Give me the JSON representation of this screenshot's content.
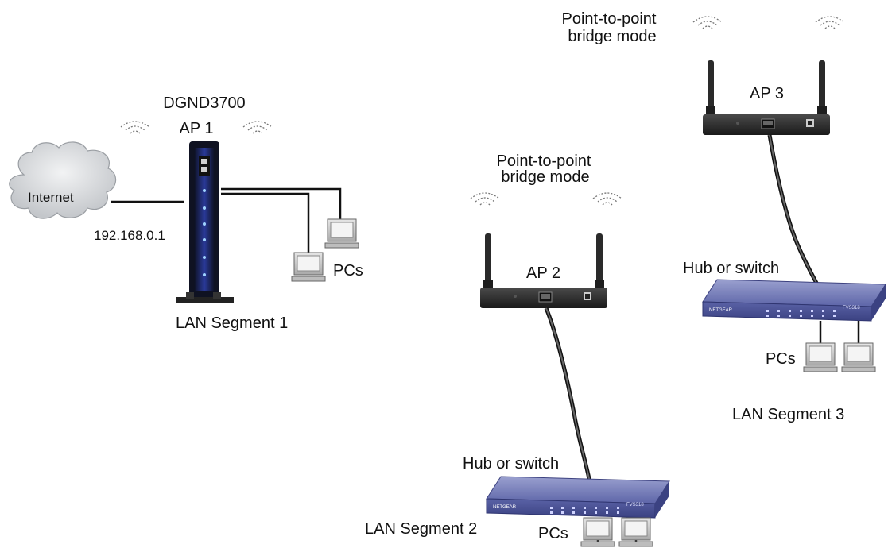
{
  "labels": {
    "router_model": "DGND3700",
    "ap1": "AP 1",
    "internet": "Internet",
    "router_ip": "192.168.0.1",
    "pcs_seg1": "PCs",
    "lan_segment_1": "LAN Segment 1",
    "bridge_mode_ap2_line1": "Point-to-point",
    "bridge_mode_ap2_line2": "bridge mode",
    "ap2": "AP 2",
    "hub_switch_ap2": "Hub or switch",
    "pcs_seg2": "PCs",
    "lan_segment_2": "LAN Segment 2",
    "bridge_mode_ap3_line1": "Point-to-point",
    "bridge_mode_ap3_line2": "bridge mode",
    "ap3": "AP 3",
    "hub_switch_ap3": "Hub or switch",
    "pcs_seg3": "PCs",
    "lan_segment_3": "LAN Segment 3"
  },
  "colors": {
    "router_body": "#1a1f33",
    "router_panel": "#2c44c9",
    "ap_body": "#2b2b2b",
    "switch_top": "#7b82b8",
    "switch_front": "#4b5396",
    "cloud": "#d7d9dc",
    "pc": "#c9c9c9",
    "cable": "#111111"
  },
  "icons": [
    "cloud-icon",
    "router-icon",
    "wireless-waves-icon",
    "pc-icon",
    "access-point-icon",
    "switch-icon"
  ]
}
